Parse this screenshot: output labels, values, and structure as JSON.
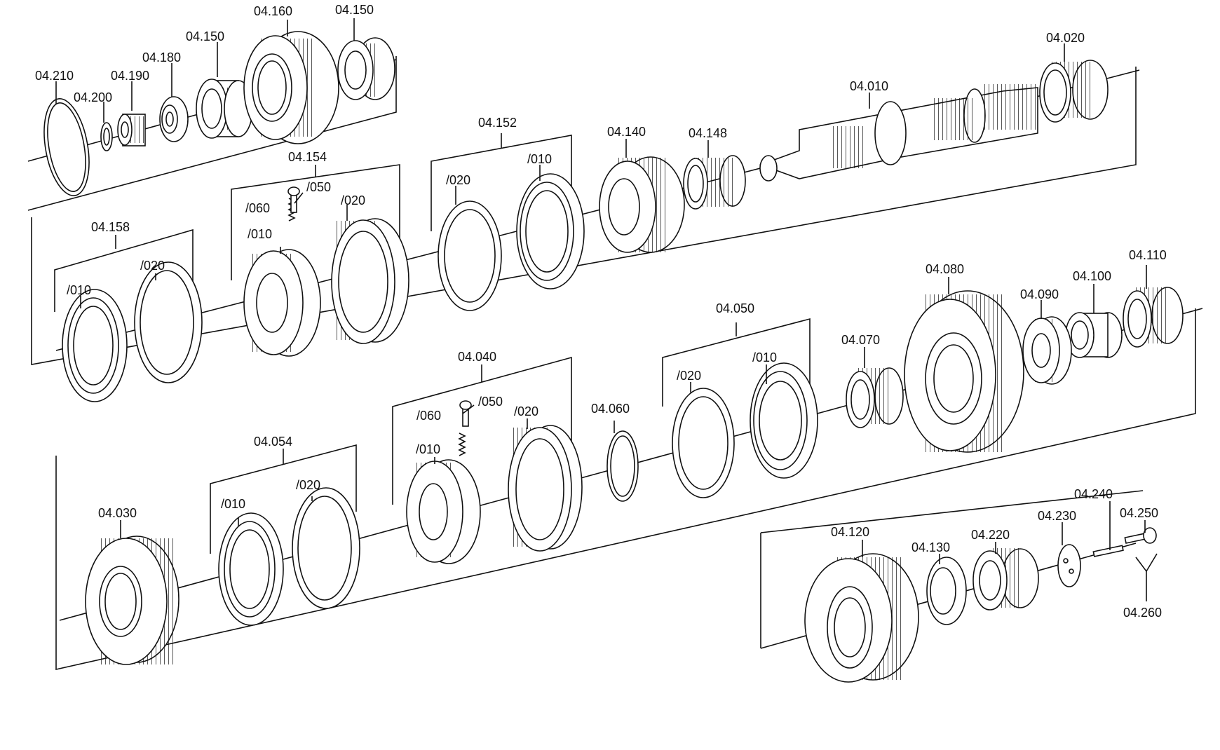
{
  "labels": {
    "l04210": "04.210",
    "l04200": "04.200",
    "l04190": "04.190",
    "l04180": "04.180",
    "l04150a": "04.150",
    "l04160": "04.160",
    "l04150b": "04.150",
    "l04020": "04.020",
    "l04010": "04.010",
    "l04148": "04.148",
    "l04140": "04.140",
    "l04152": "04.152",
    "l04152_010": "/010",
    "l04152_020": "/020",
    "l04154": "04.154",
    "l04154_050": "/050",
    "l04154_060": "/060",
    "l04154_010": "/010",
    "l04154_020": "/020",
    "l04158": "04.158",
    "l04158_010": "/010",
    "l04158_020": "/020",
    "l04110": "04.110",
    "l04100": "04.100",
    "l04090": "04.090",
    "l04080": "04.080",
    "l04070": "04.070",
    "l04050": "04.050",
    "l04050_020": "/020",
    "l04050_010": "/010",
    "l04060": "04.060",
    "l04040": "04.040",
    "l04040_050": "/050",
    "l04040_060": "/060",
    "l04040_010": "/010",
    "l04040_020": "/020",
    "l04054": "04.054",
    "l04054_010": "/010",
    "l04054_020": "/020",
    "l04030": "04.030",
    "l04120": "04.120",
    "l04130": "04.130",
    "l04220": "04.220",
    "l04230": "04.230",
    "l04240": "04.240",
    "l04250": "04.250",
    "l04260": "04.260"
  },
  "colors": {
    "ink": "#111111",
    "paper": "#ffffff"
  }
}
